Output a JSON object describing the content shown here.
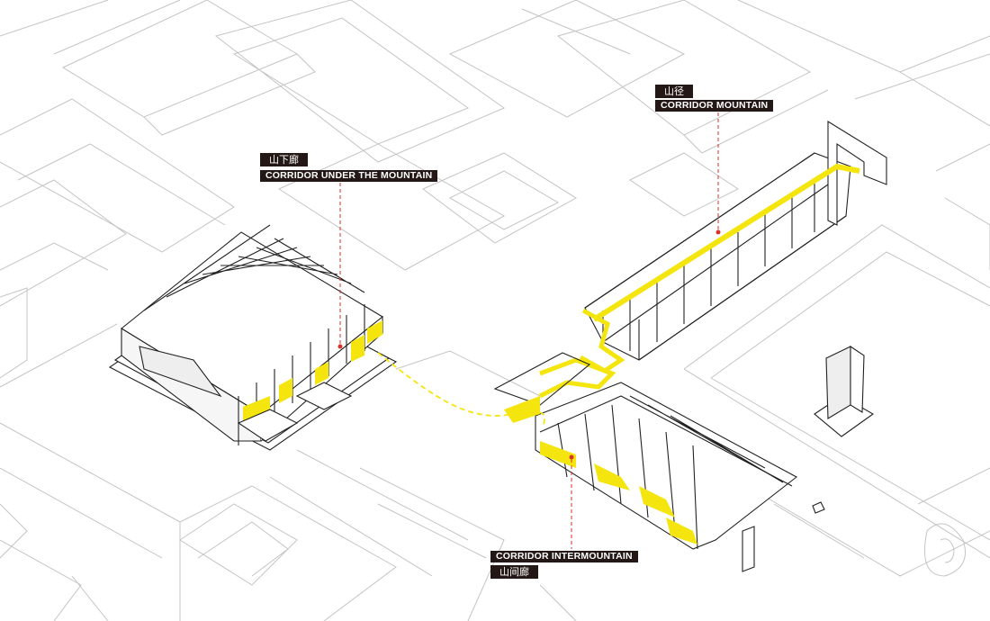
{
  "labels": {
    "under": {
      "cn": "山下廊",
      "en": "CORRIDOR UNDER THE MOUNTAIN"
    },
    "mountain": {
      "cn": "山径",
      "en": "CORRIDOR MOUNTAIN"
    },
    "intermountain": {
      "en": "CORRIDOR INTERMOUNTAIN",
      "cn": "山间廊"
    }
  },
  "colors": {
    "highlight": "#f5e50f",
    "leader": "#d9322b",
    "line": "#bcbcbc",
    "ink": "#231815"
  }
}
